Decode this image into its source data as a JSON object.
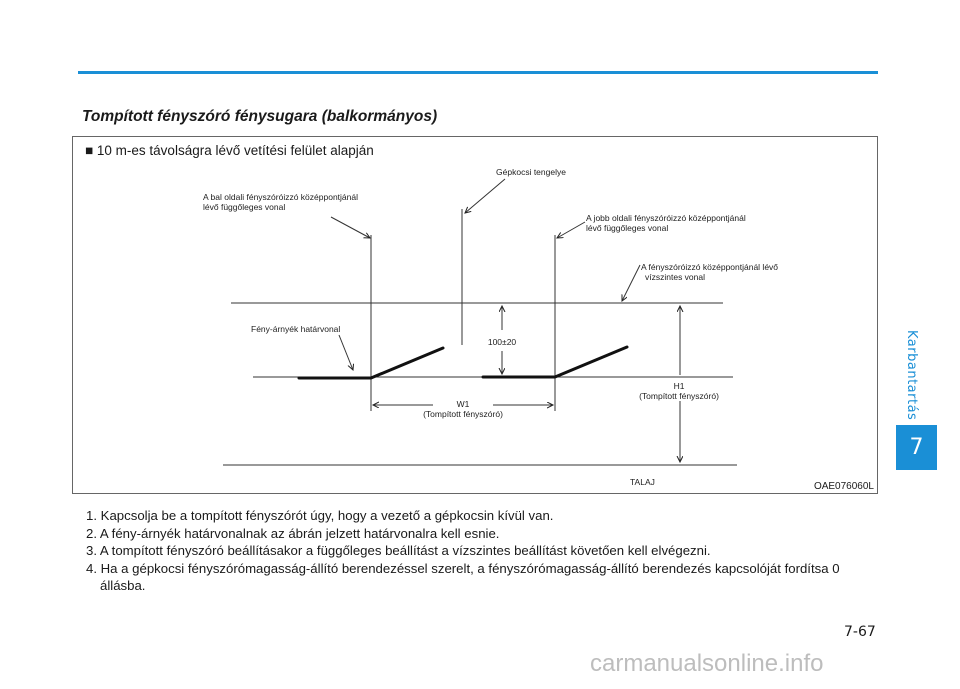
{
  "section_tab": "Karbantartás",
  "chapter_number": "7",
  "title": "Tompított fényszóró fénysugara (balkormányos)",
  "figure": {
    "caption": "■ 10 m-es távolságra lévő vetítési felület alapján",
    "code": "OAE076060L",
    "labels": {
      "vehicle_axis": "Gépkocsi tengelye",
      "left_vertical_1": "A bal oldali fényszóróizzó középpontjánál",
      "left_vertical_2": "lévő függőleges vonal",
      "right_vertical_1": "A jobb oldali fényszóróizzó középpontjánál",
      "right_vertical_2": "lévő függőleges vonal",
      "horizontal_1": "A fényszóróizzó középpontjánál lévő",
      "horizontal_2": "vízszintes vonal",
      "cutoff": "Fény-árnyék határvonal",
      "offset": "100±20",
      "h1_1": "H1",
      "h1_2": "(Tompított fényszóró)",
      "w1_1": "W1",
      "w1_2": "(Tompított fényszóró)",
      "ground": "TALAJ"
    }
  },
  "steps": [
    "1. Kapcsolja be a tompított fényszórót úgy, hogy a vezető a gépkocsin kívül van.",
    "2. A fény-árnyék határvonalnak az ábrán jelzett határvonalra kell esnie.",
    "3. A tompított fényszóró beállításakor a függőleges beállítást a vízszintes beállítást követően kell elvégezni.",
    "4. Ha a gépkocsi fényszórómagasság-állító berendezéssel szerelt, a fényszórómagasság-állító berendezés kapcsolóját fordítsa 0 állásba."
  ],
  "page_number": "7-67",
  "watermark": "carmanualsonline.info"
}
